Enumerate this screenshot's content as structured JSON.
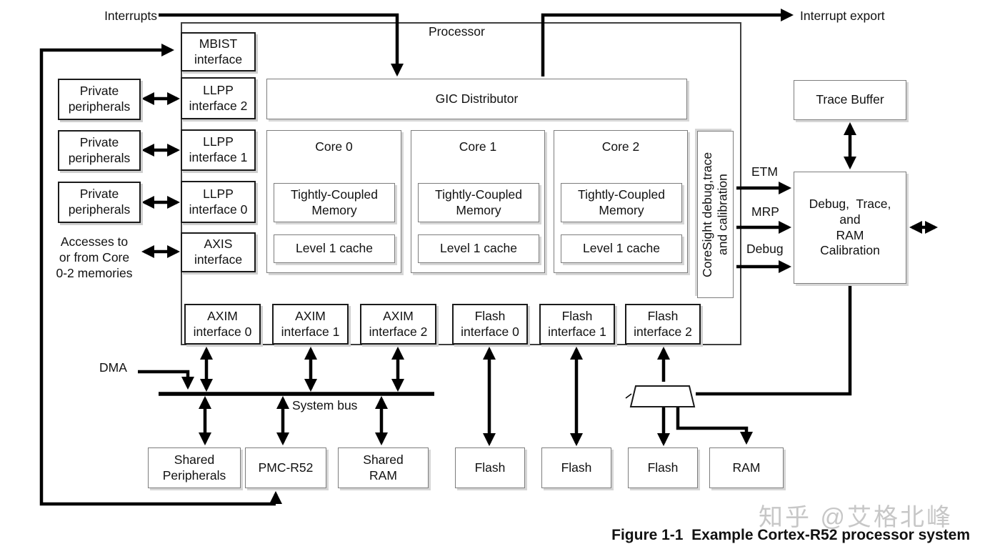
{
  "labels": {
    "interrupts": "Interrupts",
    "interrupt_export": "Interrupt export",
    "processor": "Processor",
    "dma": "DMA",
    "system_bus": "System bus",
    "accesses": "Accesses to\nor from Core\n0-2 memories",
    "etm": "ETM",
    "mrp": "MRP",
    "debug": "Debug"
  },
  "boxes": {
    "mbist": "MBIST\ninterface",
    "llpp": [
      "LLPP\ninterface 2",
      "LLPP\ninterface 1",
      "LLPP\ninterface 0"
    ],
    "axis": "AXIS\ninterface",
    "private_peripherals": [
      "Private\nperipherals",
      "Private\nperipherals",
      "Private\nperipherals"
    ],
    "gic": "GIC Distributor",
    "cores": [
      {
        "title": "Core 0",
        "tcm": "Tightly-Coupled\nMemory",
        "l1": "Level 1 cache"
      },
      {
        "title": "Core 1",
        "tcm": "Tightly-Coupled\nMemory",
        "l1": "Level 1 cache"
      },
      {
        "title": "Core 2",
        "tcm": "Tightly-Coupled\nMemory",
        "l1": "Level 1 cache"
      }
    ],
    "coresight": "CoreSight debug,trace\nand calibration",
    "axim": [
      "AXIM\ninterface 0",
      "AXIM\ninterface 1",
      "AXIM\ninterface 2"
    ],
    "flash_if": [
      "Flash\ninterface 0",
      "Flash\ninterface 1",
      "Flash\ninterface 2"
    ],
    "trace_buffer": "Trace Buffer",
    "debug_trace_ram": "Debug,  Trace,\nand\nRAM\nCalibration",
    "shared_peripherals": "Shared\nPeripherals",
    "pmc": "PMC-R52",
    "shared_ram": "Shared\nRAM",
    "flash": [
      "Flash",
      "Flash",
      "Flash"
    ],
    "ram": "RAM"
  },
  "caption": "Figure 1-1  Example Cortex-R52 processor system",
  "watermark": "知乎 @艾格北峰",
  "colors": {
    "connector": "#000000",
    "box_border_dark": "#1b1b1b",
    "box_border_light": "#7d7d7d",
    "shadow": "#d6d6d6",
    "watermark": "#c7c7c7"
  }
}
